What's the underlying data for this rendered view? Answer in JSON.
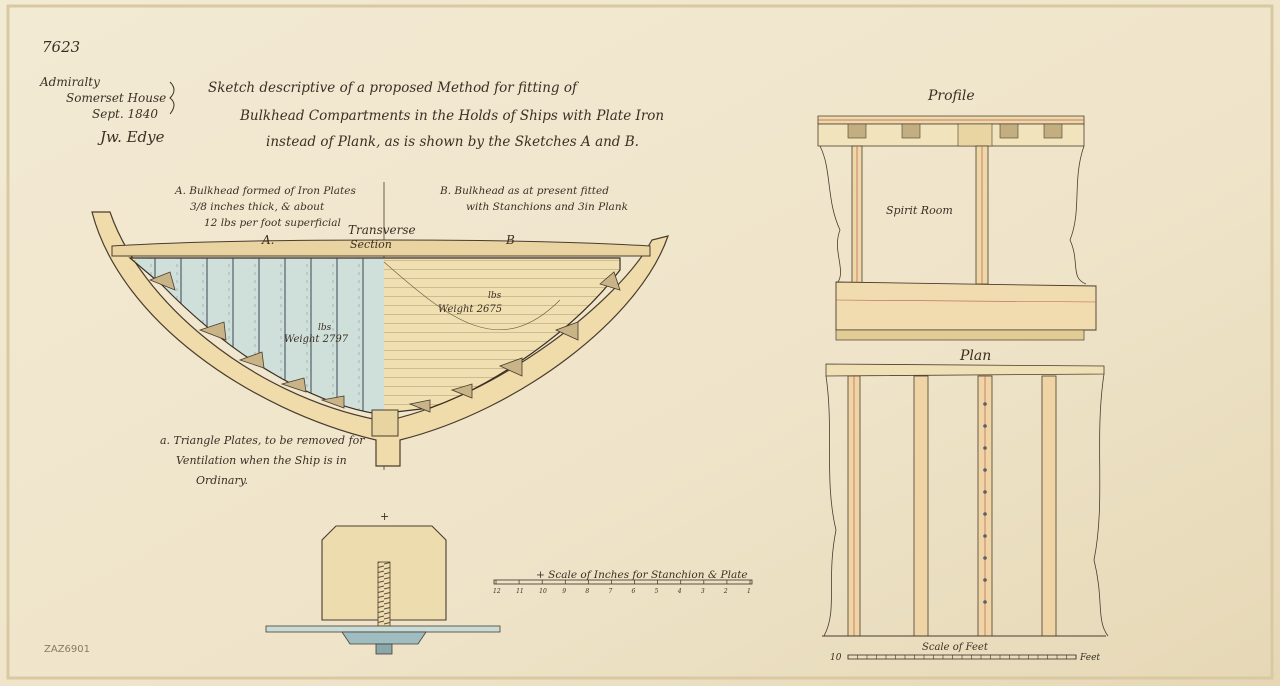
{
  "sheet": {
    "catalog_number": "7623",
    "reference_code": "ZAZ6901",
    "origin": {
      "line1": "Admiralty",
      "line2": "Somerset House",
      "line3": "Sept. 1840"
    },
    "signature": "Jw. Edye",
    "title_lines": [
      "Sketch descriptive of a proposed Method for fitting of",
      "Bulkhead Compartments in the Holds of Ships with Plate Iron",
      "instead of Plank, as is shown by the Sketches A and B."
    ]
  },
  "section": {
    "title_line1": "Transverse",
    "title_line2": "Section",
    "label_a": "A.",
    "label_b": "B",
    "note_a": [
      "A. Bulkhead formed of Iron Plates",
      "3/8 inches thick, & about",
      "12 lbs per foot superficial"
    ],
    "note_b": [
      "B. Bulkhead as at present fitted",
      "with Stanchions and 3in Plank"
    ],
    "weight_a_unit": "lbs",
    "weight_a": "Weight 2797",
    "weight_b_unit": "lbs",
    "weight_b": "Weight 2675",
    "note_triangle": [
      "a. Triangle Plates, to be removed for",
      "Ventilation when the Ship is in",
      "Ordinary."
    ]
  },
  "detail": {
    "marker": "+",
    "scale_label": "+ Scale of Inches for Stanchion & Plate",
    "scale_ticks": [
      "12",
      "11",
      "10",
      "9",
      "8",
      "7",
      "6",
      "5",
      "4",
      "3",
      "2",
      "1"
    ]
  },
  "profile": {
    "title": "Profile",
    "room_label": "Spirit Room"
  },
  "plan": {
    "title": "Plan",
    "scale_label": "Scale of Feet",
    "scale_left": "10",
    "scale_right": "Feet"
  },
  "colors": {
    "paper": "#efe6cf",
    "iron_plate": "#c9dbd6",
    "plank": "#eedcaa",
    "timber": "#e8d4a0",
    "ink": "#3b2f24",
    "red_line": "#c05a52"
  }
}
